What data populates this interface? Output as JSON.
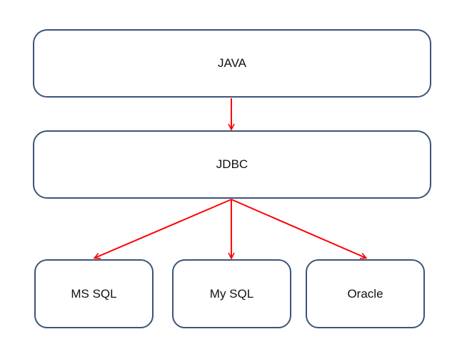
{
  "diagram": {
    "nodes": {
      "java": "JAVA",
      "jdbc": "JDBC",
      "mssql": "MS SQL",
      "mysql": "My SQL",
      "oracle": "Oracle"
    },
    "edges": [
      {
        "from": "JAVA",
        "to": "JDBC"
      },
      {
        "from": "JDBC",
        "to": "MS SQL"
      },
      {
        "from": "JDBC",
        "to": "My SQL"
      },
      {
        "from": "JDBC",
        "to": "Oracle"
      }
    ],
    "colors": {
      "box_border": "#3b5577",
      "arrow": "#ff0000"
    }
  }
}
